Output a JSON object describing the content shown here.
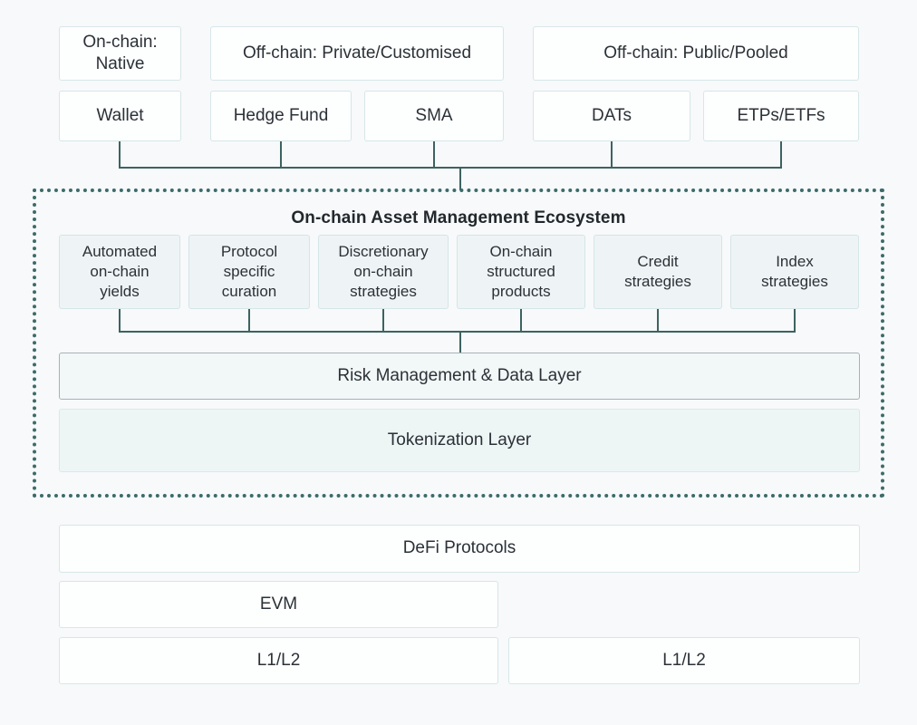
{
  "diagram": {
    "title": "On-chain Asset Management Ecosystem",
    "background_color": "#f7f9fa",
    "connector_color": "#3c6361",
    "dotted_border_color": "#3d6b6b"
  },
  "channel_headers": [
    {
      "label": "On-chain:\nNative"
    },
    {
      "label": "Off-chain: Private/Customised"
    },
    {
      "label": "Off-chain: Public/Pooled"
    }
  ],
  "vehicles": [
    {
      "label": "Wallet"
    },
    {
      "label": "Hedge Fund"
    },
    {
      "label": "SMA"
    },
    {
      "label": "DATs"
    },
    {
      "label": "ETPs/ETFs"
    }
  ],
  "ecosystem": {
    "title": "On-chain Asset Management Ecosystem",
    "strategies": [
      {
        "label": "Automated\non-chain\nyields"
      },
      {
        "label": "Protocol\nspecific\ncuration"
      },
      {
        "label": "Discretionary\non-chain\nstrategies"
      },
      {
        "label": "On-chain\nstructured\nproducts"
      },
      {
        "label": "Credit\nstrategies"
      },
      {
        "label": "Index\nstrategies"
      }
    ],
    "layers": [
      {
        "label": "Risk Management & Data Layer"
      },
      {
        "label": "Tokenization Layer"
      }
    ]
  },
  "infrastructure": [
    {
      "label": "DeFi Protocols"
    },
    {
      "label": "EVM"
    },
    {
      "label": "L1/L2"
    },
    {
      "label": "L1/L2"
    }
  ]
}
